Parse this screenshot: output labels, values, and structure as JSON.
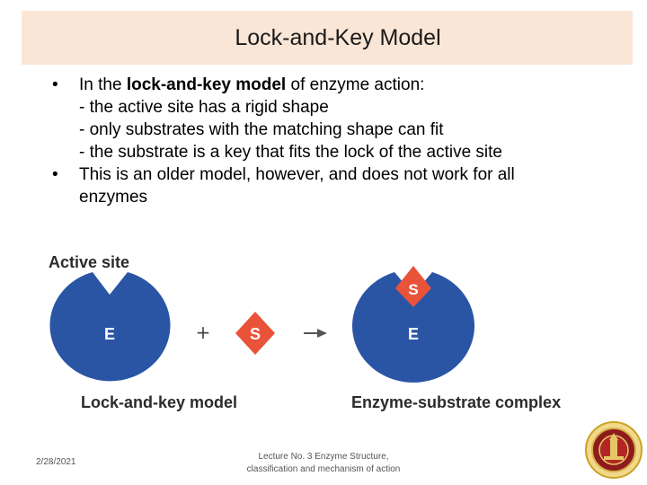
{
  "slide": {
    "title": "Lock-and-Key Model"
  },
  "content": {
    "bullet1_prefix": "In the ",
    "bullet1_bold": "lock-and-key model",
    "bullet1_suffix": " of enzyme action:",
    "sub1": "- the active site has a rigid shape",
    "sub2": "- only substrates with the matching shape can fit",
    "sub3": "- the substrate is a key that fits the lock of the active site",
    "bullet2_line1": "This is an older model, however, and does not work for all",
    "bullet2_line2": "enzymes",
    "bullet_glyph": "•"
  },
  "diagram": {
    "active_site_label": "Active site",
    "enzyme_letter": "E",
    "substrate_letter": "S",
    "plus_sign": "+",
    "left_caption": "Lock-and-key model",
    "right_caption": "Enzyme-substrate complex",
    "colors": {
      "enzyme": "#2a55a5",
      "substrate": "#e9533a",
      "caption": "#2b2b2b"
    }
  },
  "footer": {
    "date": "2/28/2021",
    "note_line1": "Lecture No. 3 Enzyme Structure,",
    "note_line2": "classification and mechanism of action"
  }
}
